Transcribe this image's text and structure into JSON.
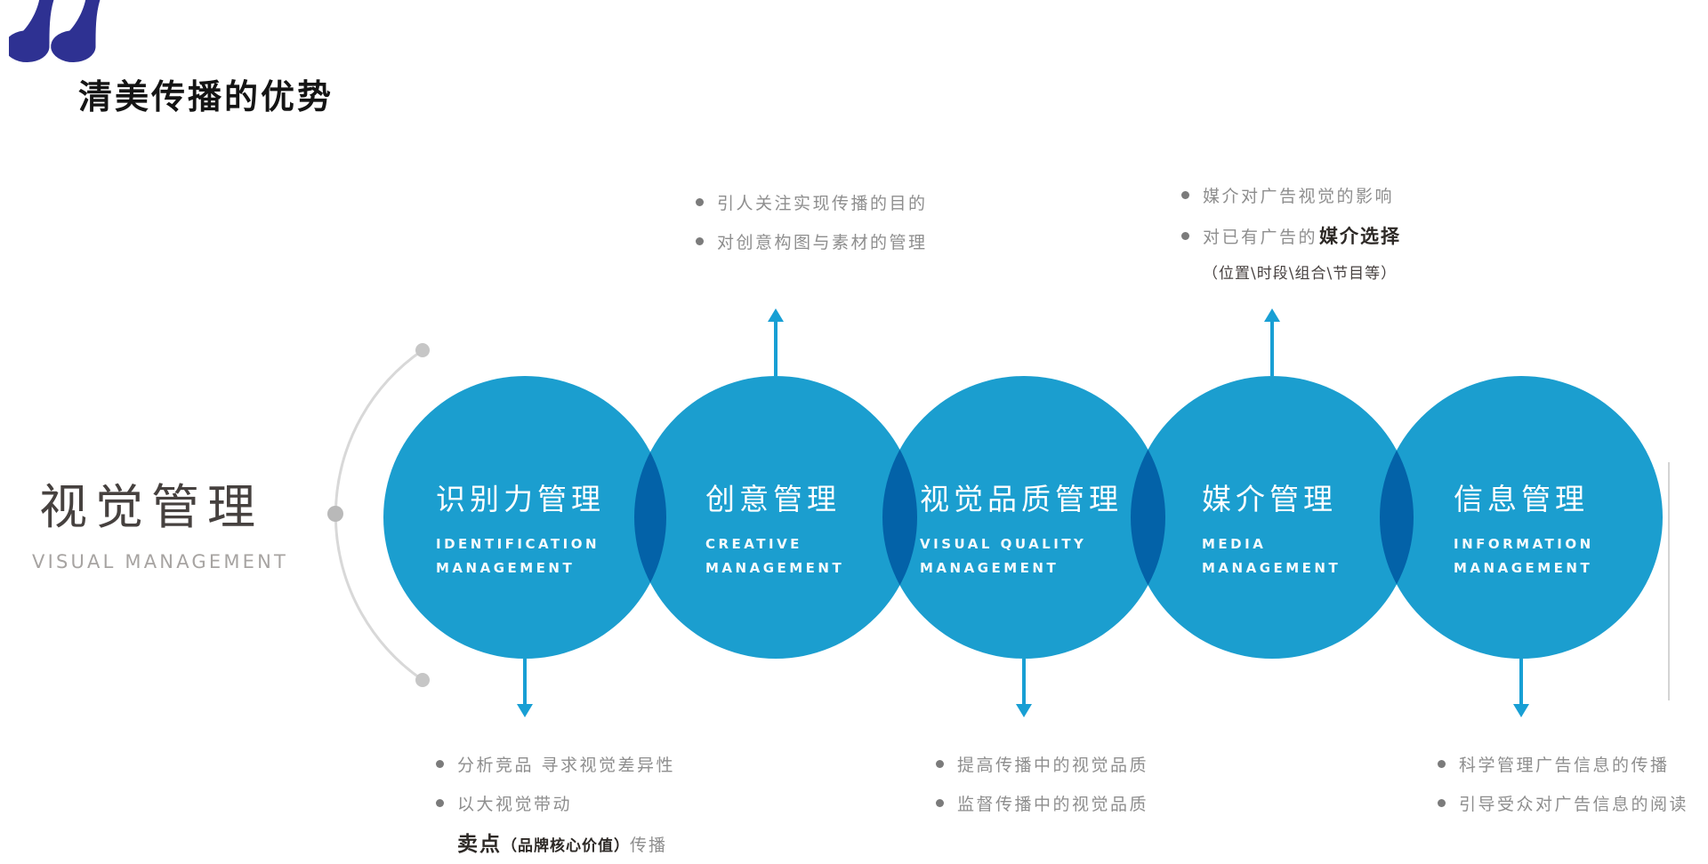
{
  "page": {
    "title": "清美传播的优势"
  },
  "left_label": {
    "zh": "视觉管理",
    "en": "VISUAL MANAGEMENT"
  },
  "circles": [
    {
      "zh": "识别力管理",
      "en1": "IDENTIFICATION",
      "en2": "MANAGEMENT"
    },
    {
      "zh": "创意管理",
      "en1": "CREATIVE",
      "en2": "MANAGEMENT"
    },
    {
      "zh": "视觉品质管理",
      "en1": "VISUAL QUALITY",
      "en2": "MANAGEMENT"
    },
    {
      "zh": "媒介管理",
      "en1": "MEDIA",
      "en2": "MANAGEMENT"
    },
    {
      "zh": "信息管理",
      "en1": "INFORMATION",
      "en2": "MANAGEMENT"
    }
  ],
  "annotations": {
    "top_creative": {
      "items": [
        "引人关注实现传播的目的",
        "对创意构图与素材的管理"
      ]
    },
    "top_media": {
      "item1": "媒介对广告视觉的影响",
      "item2_prefix": "对已有广告的",
      "item2_bold": "媒介选择",
      "item2_note": "（位置\\时段\\组合\\节目等）"
    },
    "bottom_identification": {
      "item1": "分析竞品 寻求视觉差异性",
      "item2": "以大视觉带动",
      "item3_bold": "卖点",
      "item3_paren": "（品牌核心价值）",
      "item3_suffix": "传播"
    },
    "bottom_quality": {
      "items": [
        "提高传播中的视觉品质",
        "监督传播中的视觉品质"
      ]
    },
    "bottom_information": {
      "items": [
        "科学管理广告信息的传播",
        "引导受众对广告信息的阅读"
      ]
    }
  },
  "icons": {
    "quote": "double-quote-left",
    "bullet": "dot",
    "arrow_up": "up-arrow",
    "arrow_down": "down-arrow"
  },
  "colors": {
    "circle_blue": "#1b9ecf",
    "overlap_blue": "#0a6cae",
    "arrow_blue": "#189fd4",
    "quote_indigo": "#2e3192",
    "note_gray": "#8e8e8e",
    "dark_text": "#2d2926",
    "arc_gray": "#d8d8d8"
  }
}
